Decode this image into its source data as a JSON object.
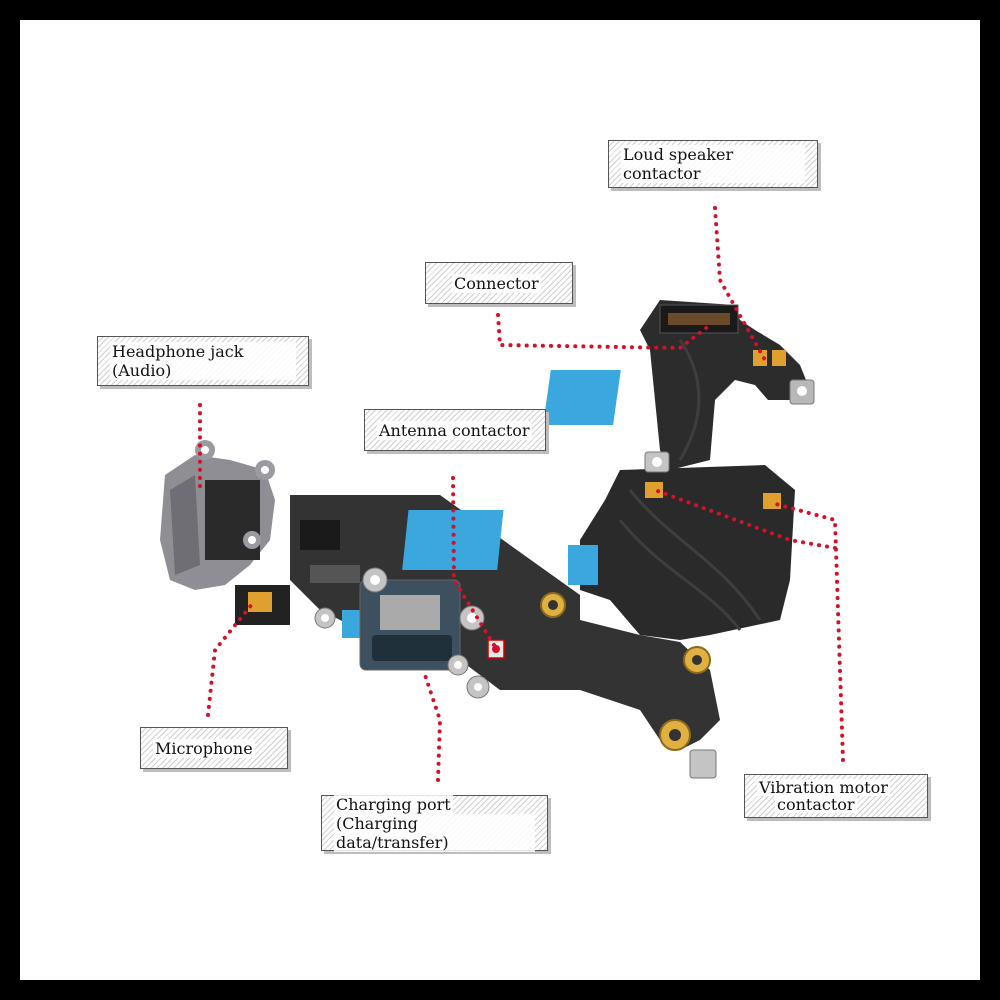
{
  "labels": {
    "loud_speaker_contactor": "Loud speaker contactor",
    "connector": "Connector",
    "headphone_jack": "Headphone jack (Audio)",
    "antenna_contactor": "Antenna contactor",
    "microphone": "Microphone",
    "charging_port_line1": "Charging port",
    "charging_port_line2": "(Charging data/transfer)",
    "vibration_motor_line1": "Vibration motor",
    "vibration_motor_line2": "contactor"
  },
  "colors": {
    "frame": "#000000",
    "background": "#ffffff",
    "leader_line": "#d4102a",
    "flex_cable": "#2c2c2c",
    "stiffener_blue": "#3aa8df",
    "gold_contact": "#e0a030",
    "jack_grey": "#8e8e94"
  }
}
